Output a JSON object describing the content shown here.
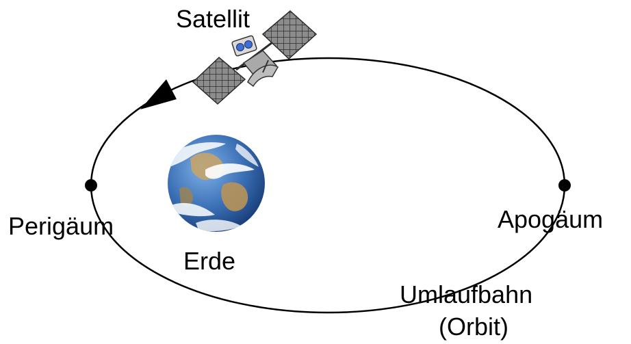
{
  "labels": {
    "satellite": "Satellit",
    "perigee": "Perigäum",
    "apogee": "Apogäum",
    "earth": "Erde",
    "orbit_line1": "Umlaufbahn",
    "orbit_line2": "(Orbit)"
  },
  "colors": {
    "orbit": "#000000",
    "text": "#000000",
    "ocean": "#3a6fb5",
    "solar_panel": "#8a8a8a",
    "satellite_body": "#a9a9a9",
    "lens": "#3d6fd6"
  },
  "icons": {
    "satellite": "satellite-icon",
    "earth": "earth-globe-icon",
    "direction": "arrowhead-icon"
  }
}
